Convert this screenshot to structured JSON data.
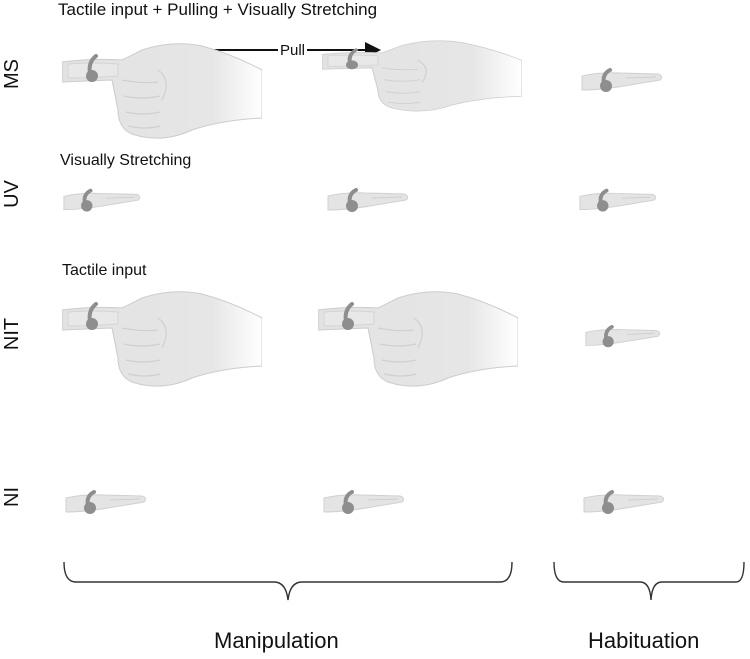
{
  "rows": {
    "ms": {
      "label": "MS",
      "title": "Tactile input + Pulling + Visually Stretching"
    },
    "uv": {
      "label": "UV",
      "title": "Visually Stretching"
    },
    "nit": {
      "label": "NIT",
      "title": "Tactile input"
    },
    "ni": {
      "label": "NI"
    }
  },
  "arrow": {
    "label": "Pull"
  },
  "groups": {
    "manipulation": "Manipulation",
    "habituation": "Habituation"
  },
  "colors": {
    "hand_fill": "#e4e4e4",
    "hand_stroke": "#c9c9c9",
    "ring": "#8e8e8e",
    "brace": "#333333"
  }
}
